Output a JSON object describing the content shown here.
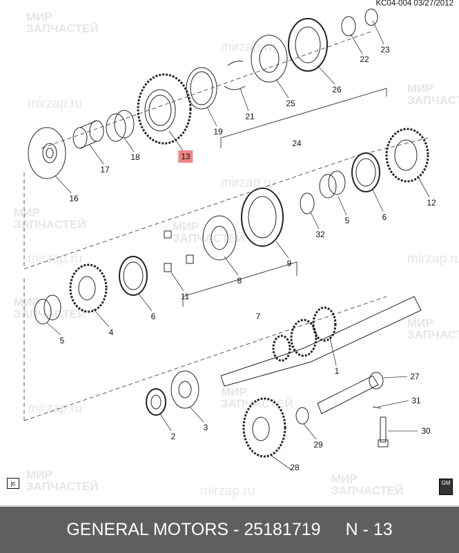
{
  "header": {
    "code": "KC04-004  03/27/2012"
  },
  "watermark": {
    "line1": "МИР",
    "line2": "ЗАПЧАСТЕЙ",
    "site": "mirzap.ru"
  },
  "callouts": [
    "23",
    "22",
    "26",
    "25",
    "21",
    "19",
    "24",
    "13",
    "18",
    "17",
    "16",
    "12",
    "6",
    "5",
    "32",
    "9",
    "8",
    "11",
    "6",
    "7",
    "5",
    "4",
    "1",
    "27",
    "31",
    "30",
    "2",
    "3",
    "29",
    "28"
  ],
  "highlighted_callout": "13",
  "highlight_color": "#f08585",
  "badges": {
    "jc": "jc",
    "gm": "GM"
  },
  "footer": {
    "part": "GENERAL MOTORS - 25181719",
    "ref": "N - 13"
  }
}
